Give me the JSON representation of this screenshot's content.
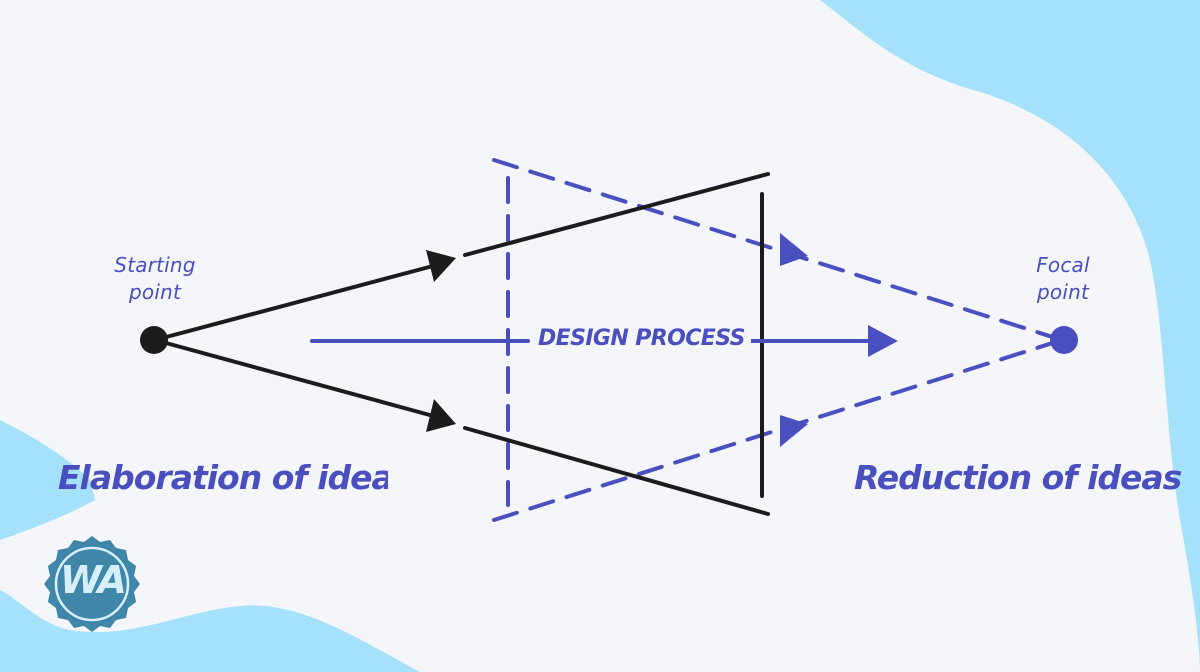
{
  "labels": {
    "starting_point": "Starting\npoint",
    "focal_point": "Focal\npoint",
    "process": "DESIGN PROCESS",
    "elaboration": "Elaboration of ideas",
    "reduction": "Reduction of ideas"
  },
  "logo": {
    "text": "WA",
    "icon": "wa-badge-icon"
  },
  "colors": {
    "page_bg": "#a6e1fb",
    "card_bg": "#f4f6fa",
    "accent": "#4a4fc0",
    "ink": "#1c1c1c",
    "badge_fill": "#3f86a8",
    "badge_text": "#d6f0fb"
  }
}
